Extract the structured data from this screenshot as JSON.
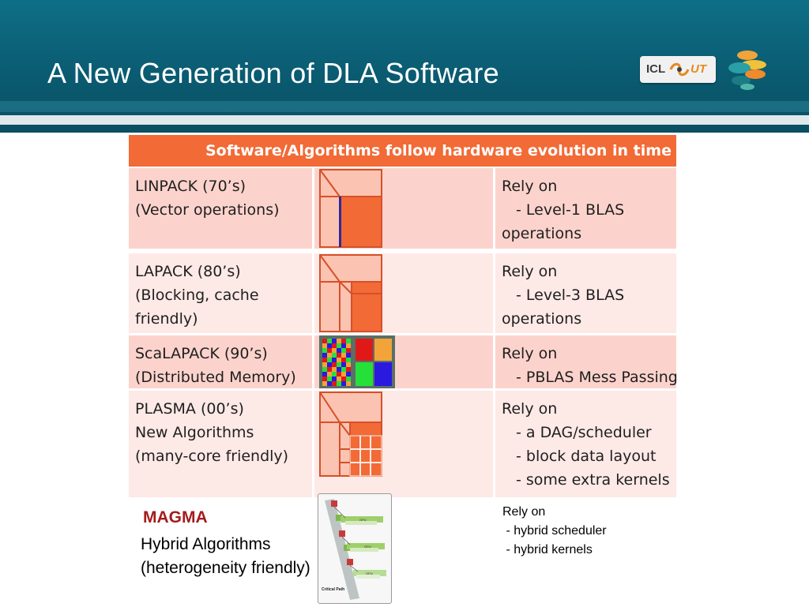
{
  "slide": {
    "title": "A New Generation of DLA Software",
    "logos": {
      "icl_text": "ICL",
      "ut_text": "UT"
    }
  },
  "table": {
    "header": "Software/Algorithms follow hardware evolution in time",
    "rows": [
      {
        "left": [
          "LINPACK (70’s)",
          "(Vector operations)"
        ],
        "right": [
          "Rely on",
          "- Level-1 BLAS",
          "operations"
        ],
        "diagram": "linpack-diagram"
      },
      {
        "left": [
          "LAPACK (80’s)",
          "(Blocking, cache",
          "friendly)"
        ],
        "right": [
          "Rely on",
          "- Level-3 BLAS",
          "operations"
        ],
        "diagram": "lapack-diagram"
      },
      {
        "left": [
          "ScaLAPACK (90’s)",
          "(Distributed Memory)"
        ],
        "right": [
          "Rely on",
          "- PBLAS Mess Passing"
        ],
        "diagram": "scalapack-diagram"
      },
      {
        "left": [
          "PLASMA (00’s)",
          "New Algorithms",
          "(many-core friendly)"
        ],
        "right": [
          "Rely on",
          "- a DAG/scheduler",
          "- block data layout",
          "- some extra kernels"
        ],
        "diagram": "plasma-diagram"
      }
    ]
  },
  "magma": {
    "name": "MAGMA",
    "line1": "Hybrid Algorithms",
    "line2": "(heterogeneity friendly)",
    "rely": [
      "Rely on",
      " - hybrid scheduler",
      " - hybrid kernels"
    ],
    "figure_caption": "Critical Path",
    "figure_labels": [
      "GPU",
      "GPU",
      "GPU"
    ]
  },
  "colors": {
    "header_bg": "#0e6f86",
    "table_header": "#f26a36",
    "row_odd": "#fcd3cc",
    "row_even": "#fde9e6",
    "block_orange": "#f26a36",
    "block_light": "#fbc3b1",
    "magma_red": "#a41c1c"
  }
}
